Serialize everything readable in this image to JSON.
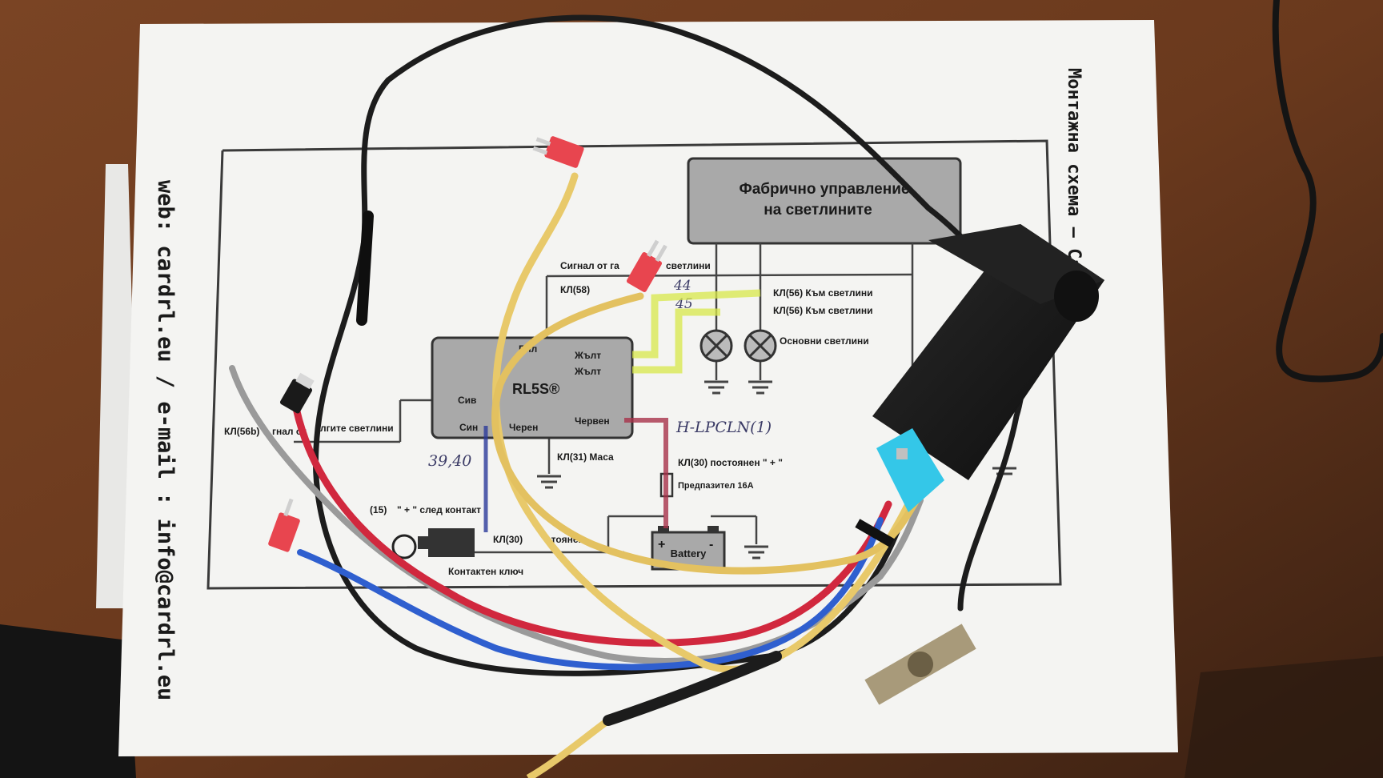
{
  "photo": {
    "side_contact": "web: cardrl.eu / e-mail : info@cardrl.eu",
    "side_title_start": "Монтажна схема – Car",
    "side_title_end": "®:",
    "factory_box_line1": "Фабрично управление",
    "factory_box_line2": "на светлините",
    "signal_label_start": "Сигнал от га",
    "signal_label_end": "светлини",
    "kl58": "КЛ(58)",
    "kl56_a": "КЛ(56) Към светлини",
    "kl56_b": "КЛ(56) Към светлини",
    "main_lights": "Основни светлини",
    "module_white": "Бял",
    "module_yellow_1": "Жълт",
    "module_yellow_2": "Жълт",
    "module_grey": "Сив",
    "module_blue": "Син",
    "module_black": "Черен",
    "module_red": "Червен",
    "module_name": "RL5S®",
    "kl56b_start": "КЛ(56b)",
    "kl56b_mid": "гнал от",
    "kl56b_end": "лгите светлини",
    "kl31": "КЛ(31) Маса",
    "kl30_const": "КЛ(30) постоянен \" + \"",
    "fuse": "Предпазител 16А",
    "kl15": "\" + \" след контакт",
    "kl15_prefix": "(15)",
    "kl30_key_start": "КЛ(30)",
    "kl30_key_end": "стоянен",
    "key_label": "Контактен ключ",
    "battery": "Battery",
    "plus": "+",
    "minus": "-",
    "hand_44": "44",
    "hand_45": "45",
    "hand_3940": "39,40",
    "hand_code": "H-LPCLN(1)"
  },
  "colors": {
    "desk": "#6b3a1f",
    "paper": "#f4f4f2",
    "module_fill": "#a9a9a9",
    "yellow_wire": "#e8c96a",
    "red_wire": "#d1283e",
    "blue_wire": "#2f5fcf",
    "grey_wire": "#9a9a9a",
    "black_wire": "#1c1c1c",
    "fuse_red": "#e8454f",
    "relay_black": "#161616",
    "relay_fuse_blue": "#34c7e8"
  }
}
